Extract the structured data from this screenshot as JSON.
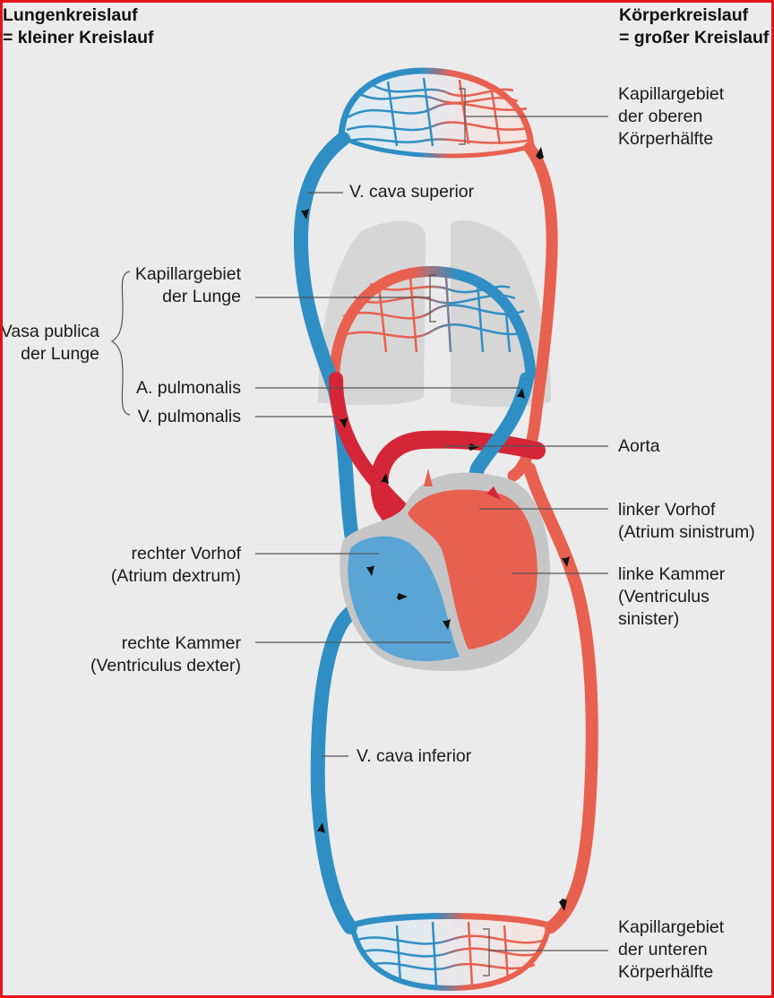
{
  "headers": {
    "pulmonary": [
      "Lungenkreislauf",
      "= kleiner Kreislauf"
    ],
    "systemic": [
      "Körperkreislauf",
      "= großer Kreislauf"
    ]
  },
  "labels": {
    "cap_upper": [
      "Kapillargebiet",
      "der oberen",
      "Körperhälfte"
    ],
    "vena_cava_superior": "V. cava superior",
    "cap_lung": [
      "Kapillargebiet",
      "der Lunge"
    ],
    "vasa_publica": [
      "Vasa publica",
      "der Lunge"
    ],
    "a_pulmonalis": "A. pulmonalis",
    "v_pulmonalis": "V. pulmonalis",
    "aorta": "Aorta",
    "left_atrium": [
      "linker Vorhof",
      "(Atrium sinistrum)"
    ],
    "right_atrium": [
      "rechter Vorhof",
      "(Atrium dextrum)"
    ],
    "left_ventricle": [
      "linke Kammer",
      "(Ventriculus",
      "sinister)"
    ],
    "right_ventricle": [
      "rechte Kammer",
      "(Ventriculus dexter)"
    ],
    "vena_cava_inferior": "V. cava inferior",
    "cap_lower": [
      "Kapillargebiet",
      "der unteren",
      "Körperhälfte"
    ]
  },
  "colors": {
    "oxygenated": "#e8604f",
    "deoxygenated": "#2f8fc4",
    "aorta_dark": "#d42637",
    "lung_shape": "#d6d6d6",
    "heart_outline": "#c6c6c6",
    "background": "#ebebeb",
    "frame": "#e3151b"
  }
}
